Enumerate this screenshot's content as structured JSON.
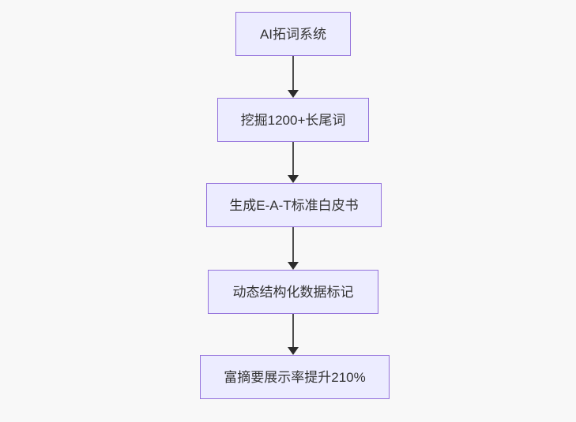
{
  "diagram": {
    "type": "flowchart",
    "direction": "top-down",
    "nodes": [
      {
        "id": "A",
        "label": "AI拓词系统"
      },
      {
        "id": "B",
        "label": "挖掘1200+长尾词"
      },
      {
        "id": "C",
        "label": "生成E-A-T标准白皮书"
      },
      {
        "id": "D",
        "label": "动态结构化数据标记"
      },
      {
        "id": "E",
        "label": "富摘要展示率提升210%"
      }
    ],
    "edges": [
      {
        "from": "A",
        "to": "B",
        "label": ""
      },
      {
        "from": "B",
        "to": "C",
        "label": ""
      },
      {
        "from": "C",
        "to": "D",
        "label": ""
      },
      {
        "from": "D",
        "to": "E",
        "label": ""
      }
    ],
    "colors": {
      "node_fill": "#ECECFF",
      "node_border": "#9370DB",
      "edge_line": "#4d4d4d",
      "edge_arrowhead": "#2b2b2b",
      "text": "#333333",
      "background": "#f8f8f8"
    }
  }
}
